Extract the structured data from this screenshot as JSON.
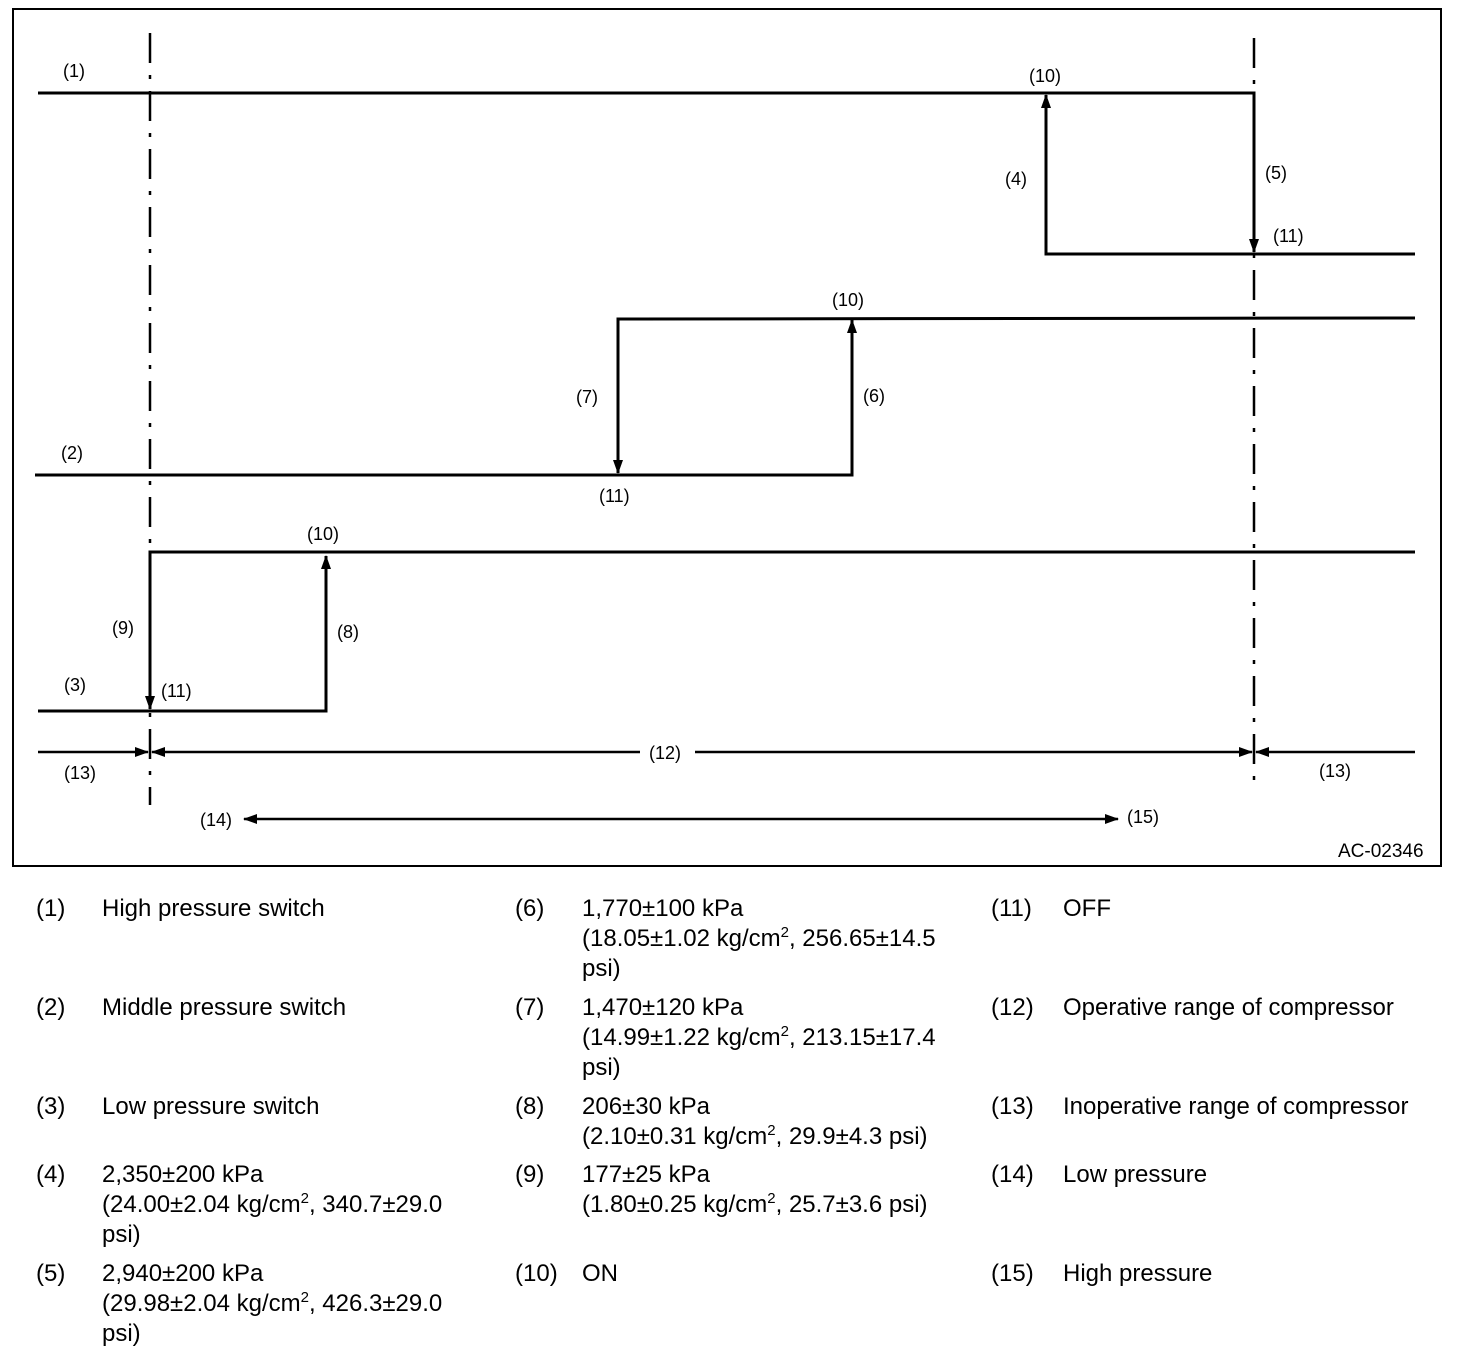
{
  "diagram": {
    "labels": {
      "l1": "(1)",
      "l2": "(2)",
      "l3": "(3)",
      "l4": "(4)",
      "l5": "(5)",
      "l6": "(6)",
      "l7": "(7)",
      "l8": "(8)",
      "l9": "(9)",
      "on_top": "(10)",
      "on_mid": "(10)",
      "on_low": "(10)",
      "off_top": "(11)",
      "off_mid": "(11)",
      "off_low": "(11)",
      "l12": "(12)",
      "l13_left": "(13)",
      "l13_right": "(13)",
      "l14": "(14)",
      "l15": "(15)"
    },
    "figure_code": "AC-02346"
  },
  "legend": [
    {
      "num": "(1)",
      "lines": [
        "High pressure switch"
      ]
    },
    {
      "num": "(2)",
      "lines": [
        "Middle pressure switch"
      ]
    },
    {
      "num": "(3)",
      "lines": [
        "Low pressure switch"
      ]
    },
    {
      "num": "(4)",
      "lines": [
        "2,350±200 kPa",
        "(24.00±2.04 kg/cm|2|, 340.7±29.0",
        "psi)"
      ]
    },
    {
      "num": "(5)",
      "lines": [
        "2,940±200 kPa",
        "(29.98±2.04 kg/cm|2|, 426.3±29.0",
        "psi)"
      ]
    },
    {
      "num": "(6)",
      "lines": [
        "1,770±100 kPa",
        "(18.05±1.02 kg/cm|2|, 256.65±14.5",
        "psi)"
      ]
    },
    {
      "num": "(7)",
      "lines": [
        "1,470±120 kPa",
        "(14.99±1.22 kg/cm|2|, 213.15±17.4",
        "psi)"
      ]
    },
    {
      "num": "(8)",
      "lines": [
        "206±30 kPa",
        "(2.10±0.31 kg/cm|2|, 29.9±4.3 psi)"
      ]
    },
    {
      "num": "(9)",
      "lines": [
        "177±25 kPa",
        "(1.80±0.25 kg/cm|2|, 25.7±3.6 psi)"
      ]
    },
    {
      "num": "(10)",
      "lines": [
        "ON"
      ]
    },
    {
      "num": "(11)",
      "lines": [
        "OFF"
      ]
    },
    {
      "num": "(12)",
      "lines": [
        "Operative range of compressor"
      ]
    },
    {
      "num": "(13)",
      "lines": [
        "Inoperative range of compressor"
      ]
    },
    {
      "num": "(14)",
      "lines": [
        "Low pressure"
      ]
    },
    {
      "num": "(15)",
      "lines": [
        "High pressure"
      ]
    }
  ]
}
